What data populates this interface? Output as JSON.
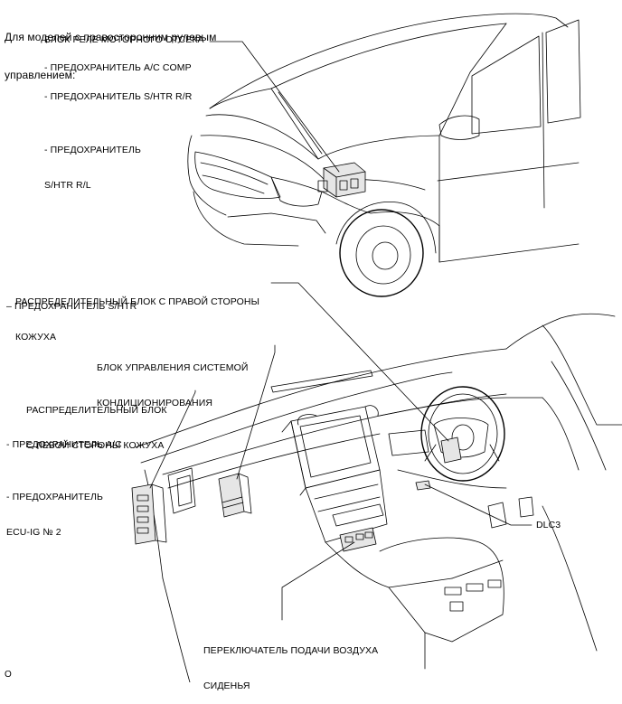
{
  "header": {
    "line1": "Для моделей с правосторонним рулевым",
    "line2": "управлением:"
  },
  "engine_room": {
    "title": "БЛОК РЕЛЕ МОТОРНОГО ОТСЕКА",
    "fuse1": "- ПРЕДОХРАНИТЕЛЬ A/C COMP",
    "fuse2": "- ПРЕДОХРАНИТЕЛЬ S/HTR R/R",
    "fuse3_line1": "- ПРЕДОХРАНИТЕЛЬ",
    "fuse3_line2": "S/HTR R/L"
  },
  "right_cowl": {
    "line1": "РАСПРЕДЕЛИТЕЛЬНЫЙ БЛОК С ПРАВОЙ СТОРОНЫ",
    "line2": "КОЖУХА",
    "fuse": "– ПРЕДОХРАНИТЕЛЬ S/HTR"
  },
  "ac_ecu": {
    "line1": "БЛОК УПРАВЛЕНИЯ СИСТЕМОЙ",
    "line2": "КОНДИЦИОНИРОВАНИЯ"
  },
  "left_cowl": {
    "line1": "РАСПРЕДЕЛИТЕЛЬНЫЙ БЛОК",
    "line2": "С ЛЕВОЙ СТОРОНЫ КОЖУХА",
    "fuse1": "- ПРЕДОХРАНИТЕЛЬ A/C",
    "fuse2_line1": "- ПРЕДОХРАНИТЕЛЬ",
    "fuse2_line2": "ECU-IG № 2"
  },
  "dlc3": {
    "label": "DLC3"
  },
  "seat_switch": {
    "line1": "ПЕРЕКЛЮЧАТЕЛЬ ПОДАЧИ ВОЗДУХА",
    "line2": "СИДЕНЬЯ"
  },
  "footer": {
    "code": "O"
  }
}
